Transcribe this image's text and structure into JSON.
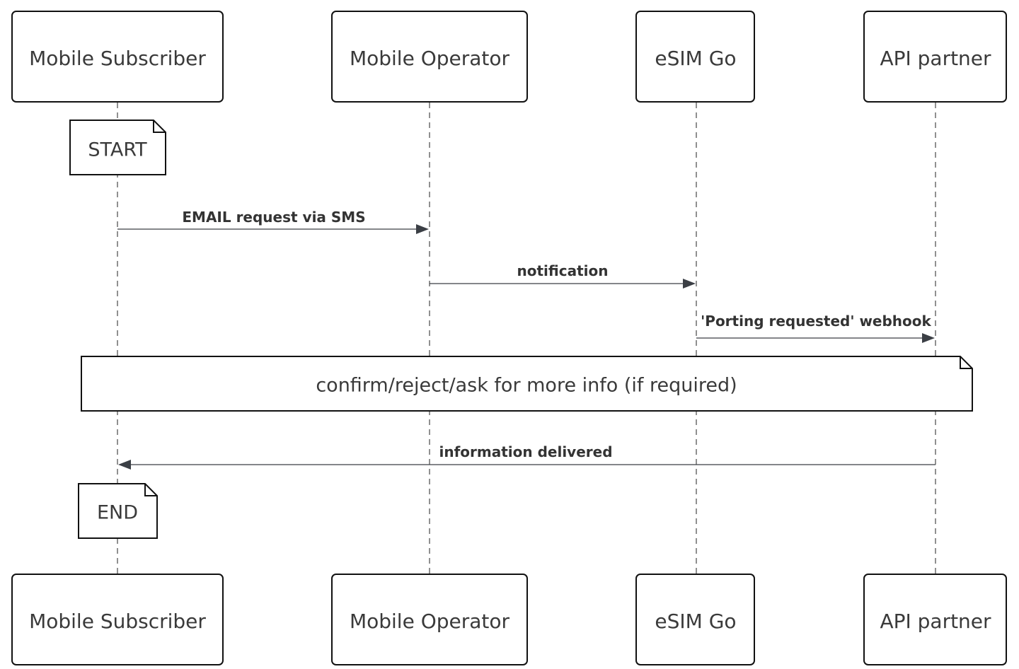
{
  "participants": [
    {
      "id": "subscriber",
      "label": "Mobile Subscriber"
    },
    {
      "id": "operator",
      "label": "Mobile Operator"
    },
    {
      "id": "esimgo",
      "label": "eSIM Go"
    },
    {
      "id": "partner",
      "label": "API partner"
    }
  ],
  "notes": {
    "start": "START",
    "confirm": "confirm/reject/ask for more info (if required)",
    "end": "END"
  },
  "messages": [
    {
      "from": "subscriber",
      "to": "operator",
      "label": "EMAIL request via SMS"
    },
    {
      "from": "operator",
      "to": "esimgo",
      "label": "notification"
    },
    {
      "from": "esimgo",
      "to": "partner",
      "label": "'Porting requested' webhook"
    },
    {
      "from": "partner",
      "to": "subscriber",
      "label": "information delivered"
    }
  ]
}
